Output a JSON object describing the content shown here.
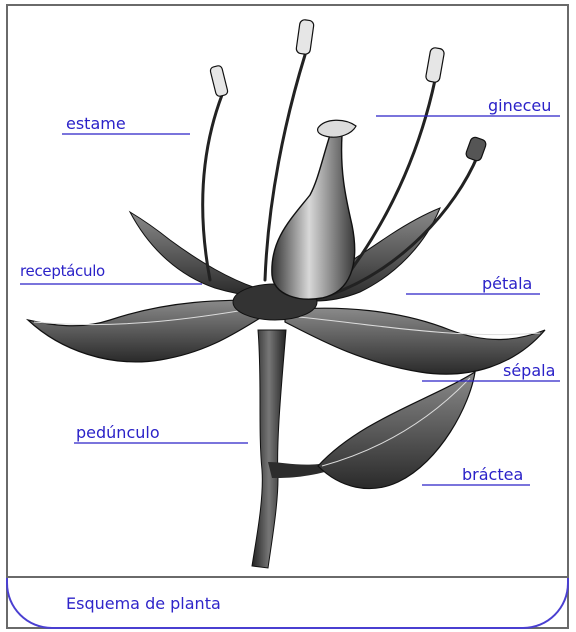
{
  "diagram": {
    "labels": {
      "estame": "estame",
      "gineceu": "gineceu",
      "receptaculo": "receptáculo",
      "petala": "pétala",
      "sepala": "sépala",
      "pedunculo": "pedúnculo",
      "bractea": "bráctea"
    },
    "caption": "Esquema de planta"
  },
  "colors": {
    "label_text": "#2b22c8",
    "leader_line": "#2b22c8",
    "frame": "#6a6a6a",
    "caption_border": "#4a3fd1"
  }
}
